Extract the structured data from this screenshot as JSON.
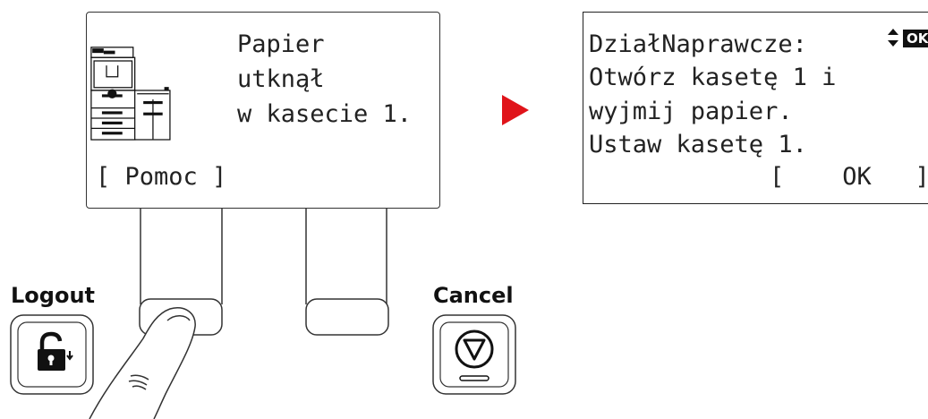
{
  "left_screen": {
    "message_lines": [
      "Papier",
      "utknął",
      "w kasecie 1."
    ],
    "help_softkey": "[ Pomoc ]"
  },
  "right_screen": {
    "title": "DziałNaprawcze:",
    "lines": [
      "Otwórz kasetę 1 i",
      "wyjmij papier.",
      "Ustaw kasetę 1."
    ],
    "ok_softkey": "[    OK   ]",
    "ok_badge": "OK"
  },
  "keys": {
    "logout_label": "Logout",
    "cancel_label": "Cancel"
  },
  "colors": {
    "arrow": "#e0141a"
  },
  "icons": [
    "printer-jam-icon",
    "logout-lock-icon",
    "stop-icon",
    "scroll-updown-icon",
    "finger-press-icon"
  ]
}
